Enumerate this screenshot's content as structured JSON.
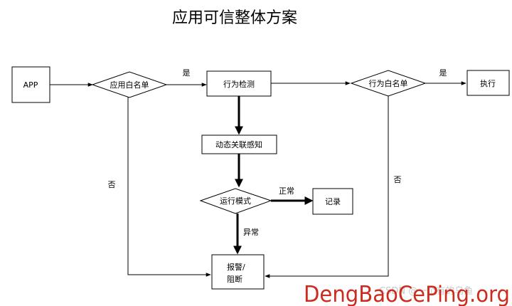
{
  "title": "应用可信整体方案",
  "nodes": {
    "app": "APP",
    "app_whitelist": "应用白名单",
    "behavior_detection": "行为检测",
    "behavior_whitelist": "行为白名单",
    "execute": "执行",
    "dynamic_correlation": "动态关联感知",
    "run_mode": "运行模式",
    "record": "记录",
    "alarm_line1": "报警/",
    "alarm_line2": "阻断"
  },
  "edge_labels": {
    "yes_1": "是",
    "yes_2": "是",
    "no_1": "否",
    "no_2": "否",
    "normal": "正常",
    "abnormal": "异常"
  },
  "watermarks": {
    "csdn": "CSDN @一个有的乌鱼",
    "site": "DengBaoCePing.org"
  }
}
